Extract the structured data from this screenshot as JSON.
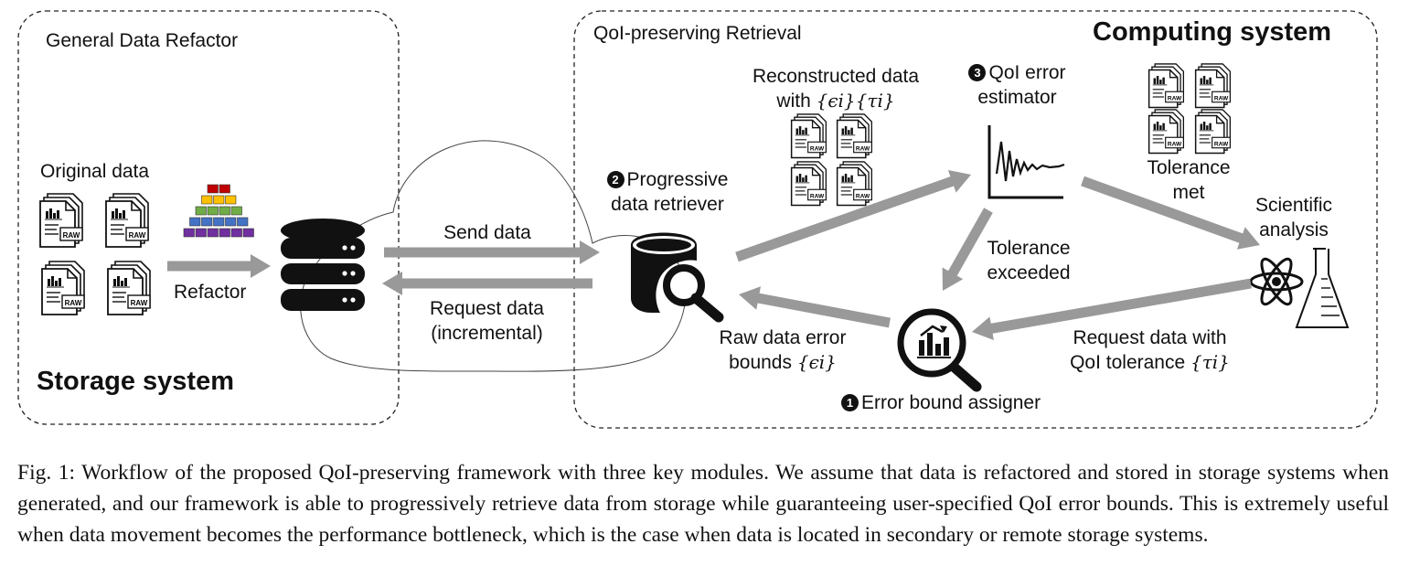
{
  "storage_region": {
    "title": "General Data Refactor",
    "system_label": "Storage system",
    "original_data_label": "Original data",
    "refactor_label": "Refactor"
  },
  "computing_region": {
    "title": "QoI-preserving Retrieval",
    "system_label": "Computing system"
  },
  "links": {
    "send_data": "Send data",
    "request_data_line1": "Request data",
    "request_data_line2": "(incremental)"
  },
  "retriever": {
    "badge": "2",
    "line1": "Progressive",
    "line2": "data retriever"
  },
  "reconstructed": {
    "line1": "Reconstructed data",
    "line2_prefix": "with",
    "math": "{ϵi}{τi}"
  },
  "estimator": {
    "badge": "3",
    "line1": "QoI error",
    "line2": "estimator"
  },
  "tolerance_met": {
    "line1": "Tolerance",
    "line2": "met"
  },
  "tolerance_exceeded": {
    "line1": "Tolerance",
    "line2": "exceeded"
  },
  "analysis": {
    "line1": "Scientific",
    "line2": "analysis"
  },
  "raw_bounds": {
    "line1": "Raw data error",
    "line2_prefix": "bounds",
    "math": "{ϵi}"
  },
  "request_qoi": {
    "line1": "Request data with",
    "line2_prefix": "QoI tolerance",
    "math": "{τi}"
  },
  "assigner": {
    "badge": "1",
    "label": "Error bound assigner"
  },
  "file_icon_badge": "RAW",
  "pyramid_colors": [
    "#c00000",
    "#ffc000",
    "#70ad47",
    "#4472c4",
    "#7030a0"
  ],
  "arrow_color": "#999999",
  "caption": "Fig. 1: Workflow of the proposed QoI-preserving framework with three key modules. We assume that data is refactored and stored in storage systems when generated, and our framework is able to progressively retrieve data from storage while guaranteeing user-specified QoI error bounds. This is extremely useful when data movement becomes the performance bottleneck, which is the case when data is located in secondary or remote storage systems."
}
